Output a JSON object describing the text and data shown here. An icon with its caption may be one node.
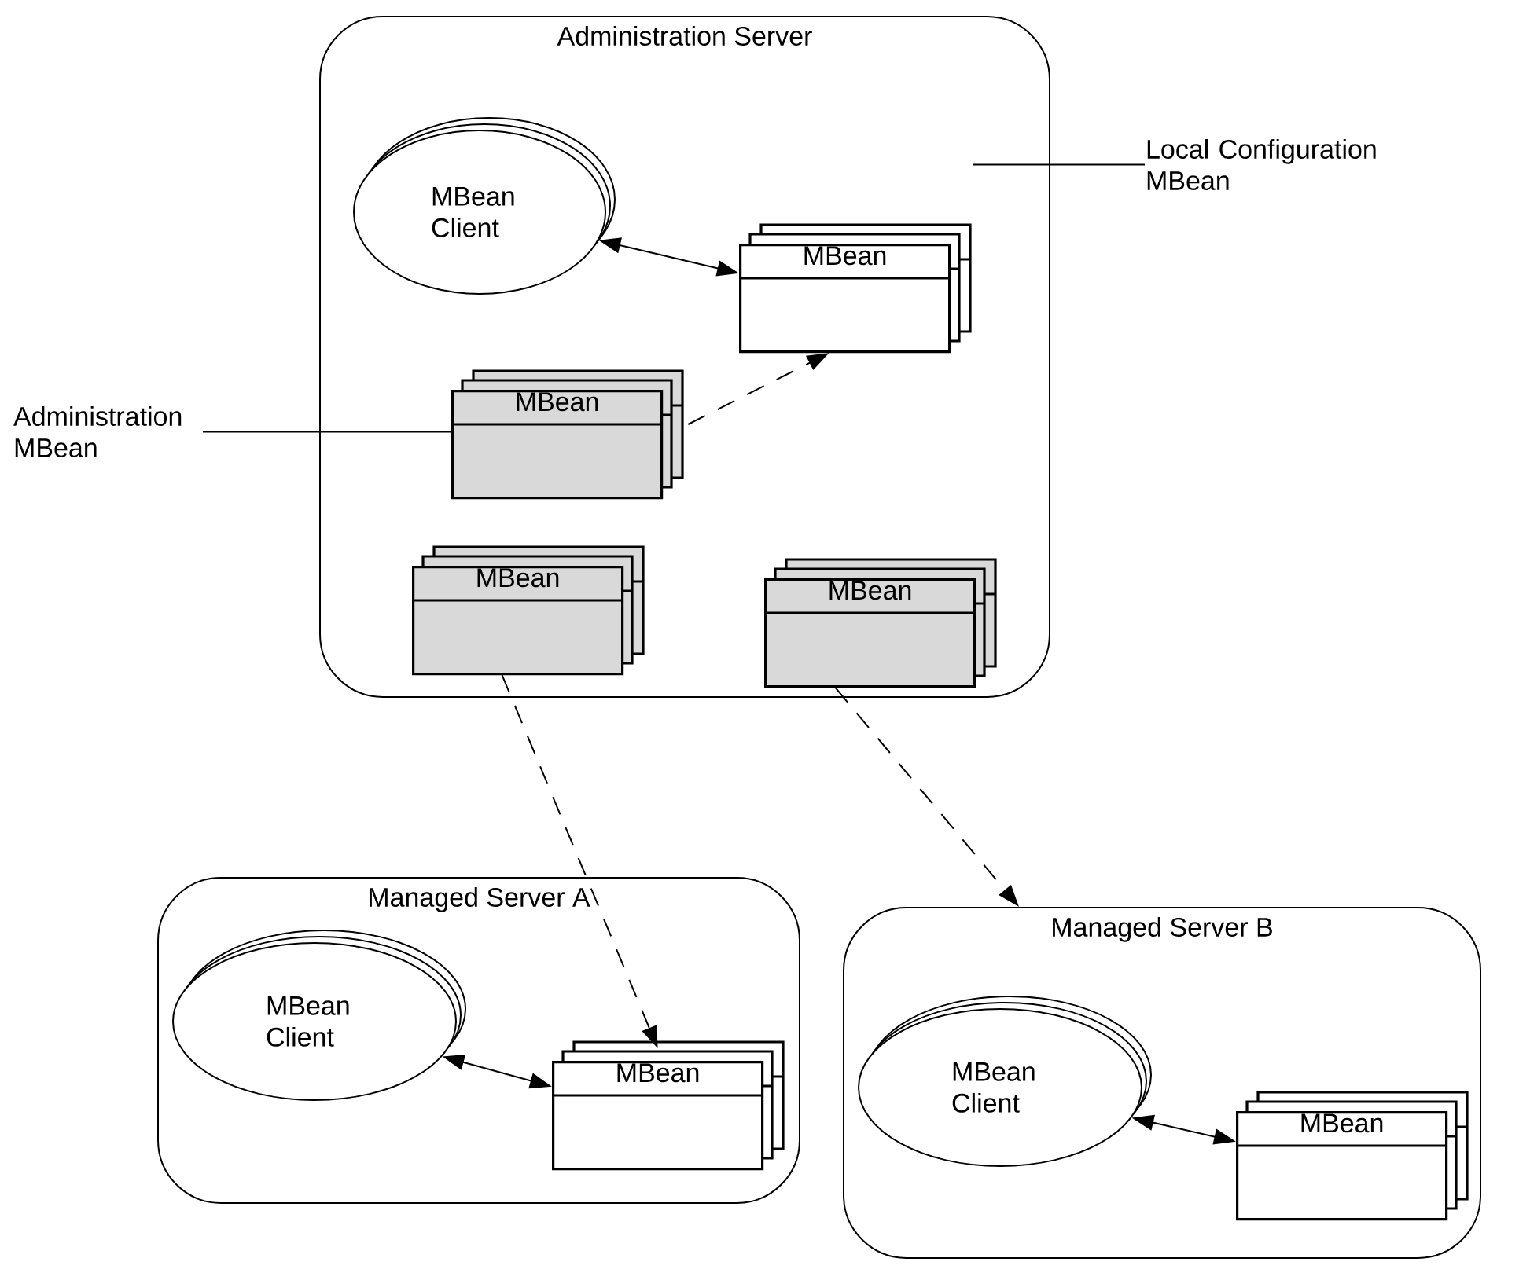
{
  "diagram": {
    "nodes": [
      {
        "text": [
          "Administration Server"
        ]
      },
      {
        "text": [
          "MBean Client"
        ],
        "in": 0
      },
      {
        "text": [
          "MBean"
        ],
        "in": 0
      },
      {
        "text": [
          "MBean"
        ],
        "in": 0
      },
      {
        "text": [
          "MBean"
        ],
        "in": 0
      },
      {
        "text": [
          "MBean"
        ],
        "in": 0
      },
      {
        "text": [
          "Managed Server A"
        ]
      },
      {
        "text": [
          "MBean Client"
        ],
        "in": 6
      },
      {
        "text": [
          "MBean"
        ],
        "in": 6
      },
      {
        "text": [
          "Managed Server B"
        ]
      },
      {
        "text": [
          "MBean Client"
        ],
        "in": 9
      },
      {
        "text": [
          "MBean"
        ],
        "in": 9
      },
      {
        "text": [
          "Local Configuration MBean"
        ]
      },
      {
        "text": [
          "Administration MBean"
        ]
      }
    ],
    "edges": [
      {
        "from": 1,
        "to": 2,
        "arrow": "both"
      },
      {
        "from": 3,
        "to": 2,
        "arrow": "to",
        "style": "dashed"
      },
      {
        "from": 4,
        "to": 8,
        "arrow": "to",
        "style": "dashed"
      },
      {
        "from": 5,
        "to": 9,
        "arrow": "to",
        "style": "dashed"
      },
      {
        "from": 7,
        "to": 8,
        "arrow": "both"
      },
      {
        "from": 10,
        "to": 11,
        "arrow": "both"
      },
      {
        "from": 12,
        "to": 2,
        "arrow": "none"
      },
      {
        "from": 13,
        "to": 3,
        "arrow": "none"
      }
    ]
  }
}
